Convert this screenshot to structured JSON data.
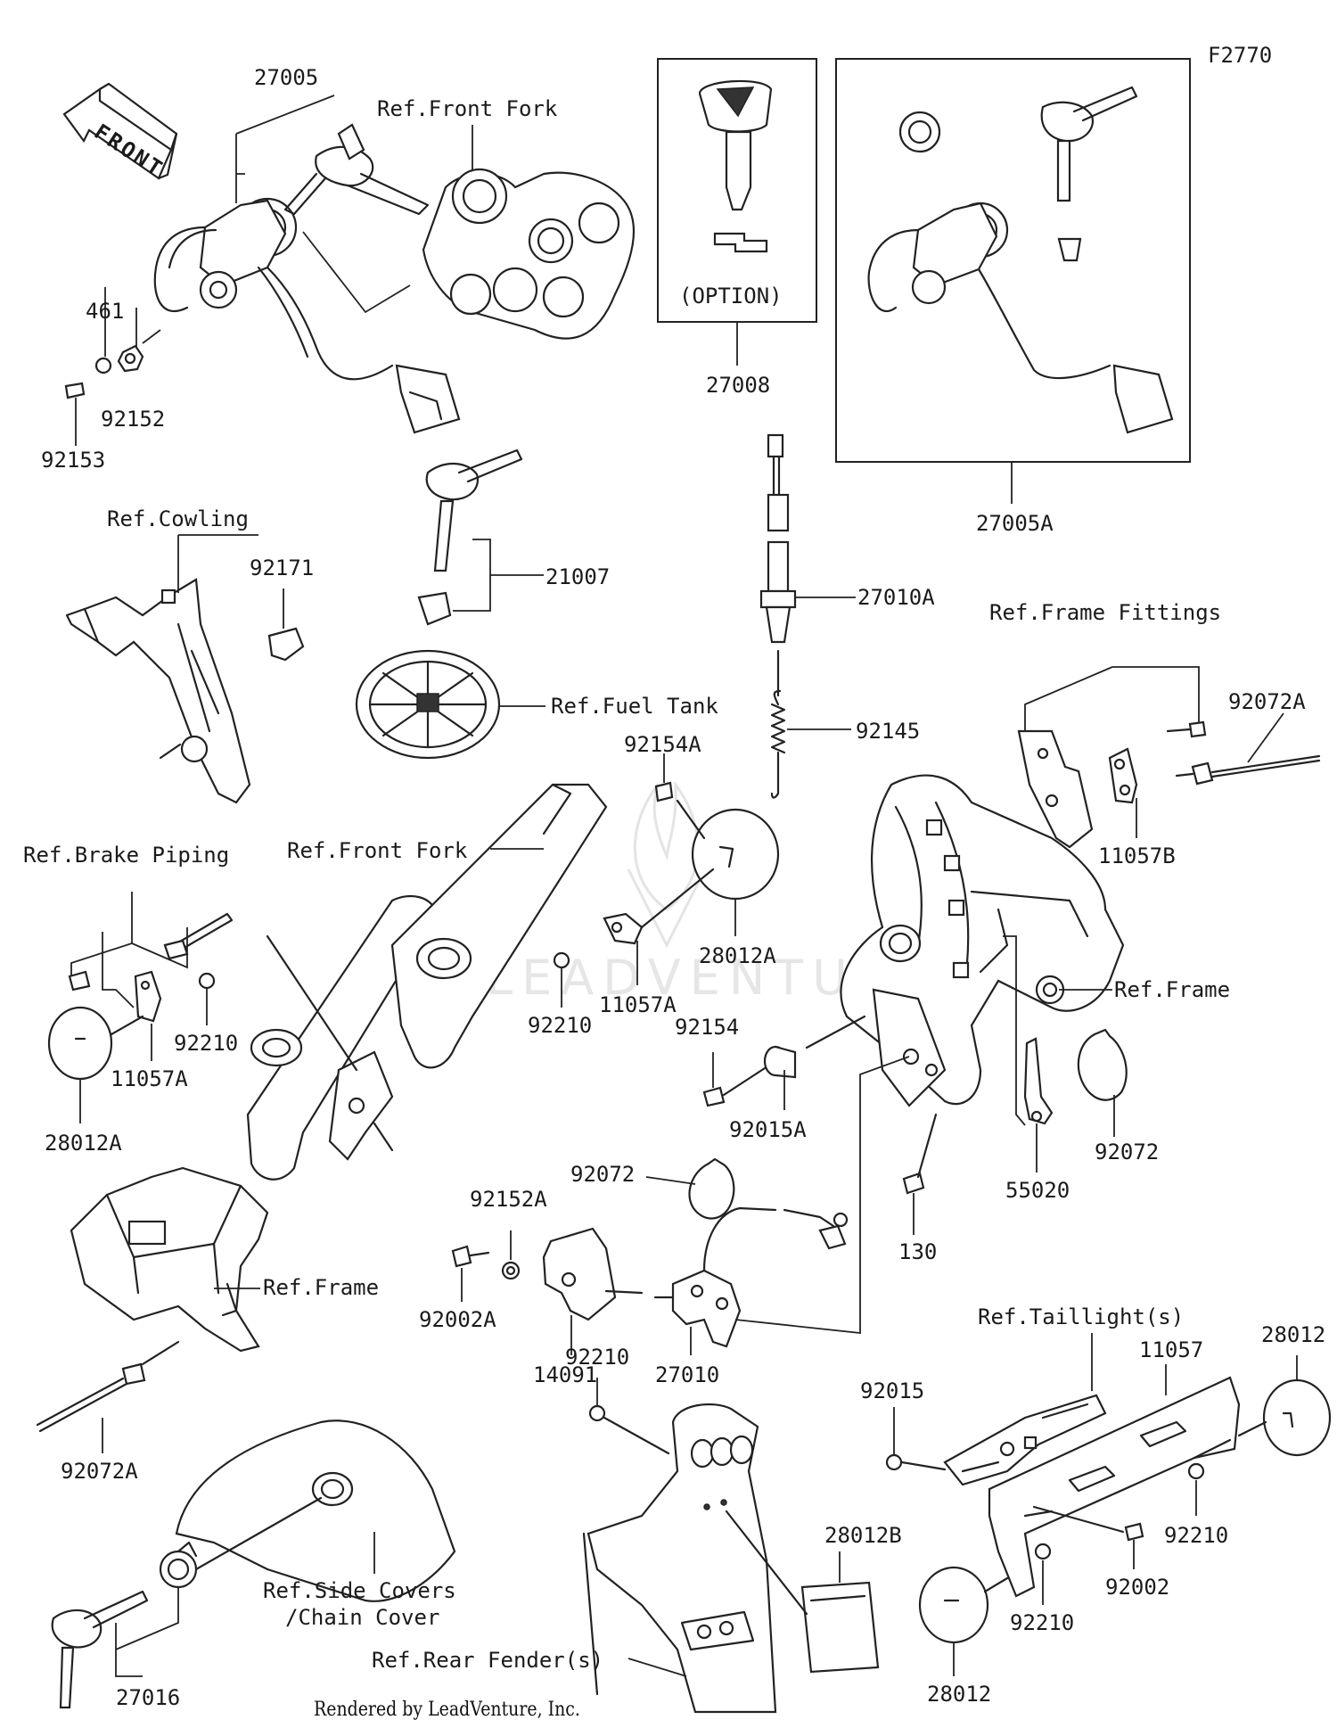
{
  "figure_code": "F2770",
  "front_arrow": {
    "label": "FRONT"
  },
  "option_label": "(OPTION)",
  "footer": "Rendered by LeadVenture, Inc.",
  "watermark": "LEADVENTURE",
  "callouts": {
    "c27005": "27005",
    "ref_front_fork_top": "Ref.Front Fork",
    "c461": "461",
    "c92152": "92152",
    "c92153": "92153",
    "c27008": "27008",
    "c27005a": "27005A",
    "ref_cowling": "Ref.Cowling",
    "c92171": "92171",
    "c21007": "21007",
    "ref_fuel_tank": "Ref.Fuel Tank",
    "c27010a": "27010A",
    "ref_frame_fittings": "Ref.Frame Fittings",
    "c92072a_right": "92072A",
    "c92145": "92145",
    "c92154a": "92154A",
    "ref_front_fork_mid": "Ref.Front Fork",
    "ref_brake_piping": "Ref.Brake Piping",
    "c11057b": "11057B",
    "c28012a_mid": "28012A",
    "c11057a_mid": "11057A",
    "c92210_mid": "92210",
    "ref_frame_right": "Ref.Frame",
    "c92210_left": "92210",
    "c11057a_left": "11057A",
    "c28012a_left": "28012A",
    "c92154": "92154",
    "c92015a": "92015A",
    "c92072_right": "92072",
    "c55020": "55020",
    "c92072_mid": "92072",
    "c92152a": "92152A",
    "c130": "130",
    "ref_frame_left": "Ref.Frame",
    "c92002a": "92002A",
    "c14091": "14091",
    "c27010": "27010",
    "ref_taillights": "Ref.Taillight(s)",
    "c28012_top": "28012",
    "c11057": "11057",
    "c92015": "92015",
    "c92072a_left": "92072A",
    "c92210_lower": "92210",
    "c28012b": "28012B",
    "c92210_rr": "92210",
    "c92002": "92002",
    "c92210_rb": "92210",
    "ref_side_covers_1": "Ref.Side Covers",
    "ref_side_covers_2": "/Chain Cover",
    "c28012_bottom": "28012",
    "c27016": "27016",
    "ref_rear_fender": "Ref.Rear Fender(s)"
  }
}
